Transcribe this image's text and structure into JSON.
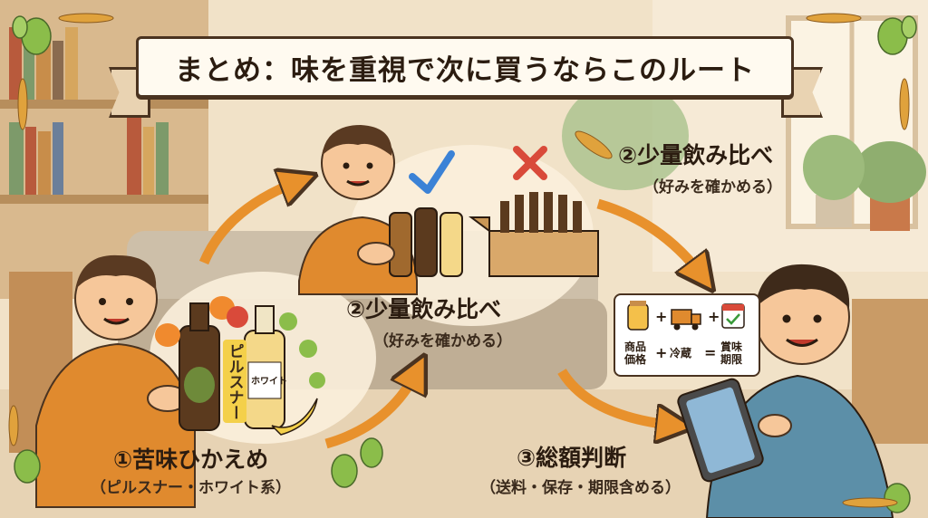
{
  "title": "まとめ：味を重視で次に買うならこのルート",
  "steps": {
    "step1": {
      "label": "①苦味ひかえめ",
      "sub": "（ピルスナー・ホワイト系）"
    },
    "step2_center": {
      "label": "②少量飲み比べ",
      "sub": "（好みを確かめる）"
    },
    "step2_top": {
      "label": "②少量飲み比べ",
      "sub": "（好みを確かめる）"
    },
    "step3": {
      "label": "③総額判断",
      "sub": "（送料・保存・期限含める）"
    }
  },
  "bottle_labels": {
    "pilsner": "ピルスナー",
    "white": "ホワイト"
  },
  "bubble": {
    "price": [
      "商品",
      "価格"
    ],
    "refrigeration": "冷蔵",
    "expiry": [
      "賞味",
      "期限"
    ],
    "plus": "+",
    "equals": "="
  },
  "colors": {
    "arrow": "#e8912c",
    "check": "#3b82d6",
    "cross": "#d94a3a",
    "shirt_orange": "#e08a2e",
    "shirt_blue": "#5c8fa8"
  }
}
